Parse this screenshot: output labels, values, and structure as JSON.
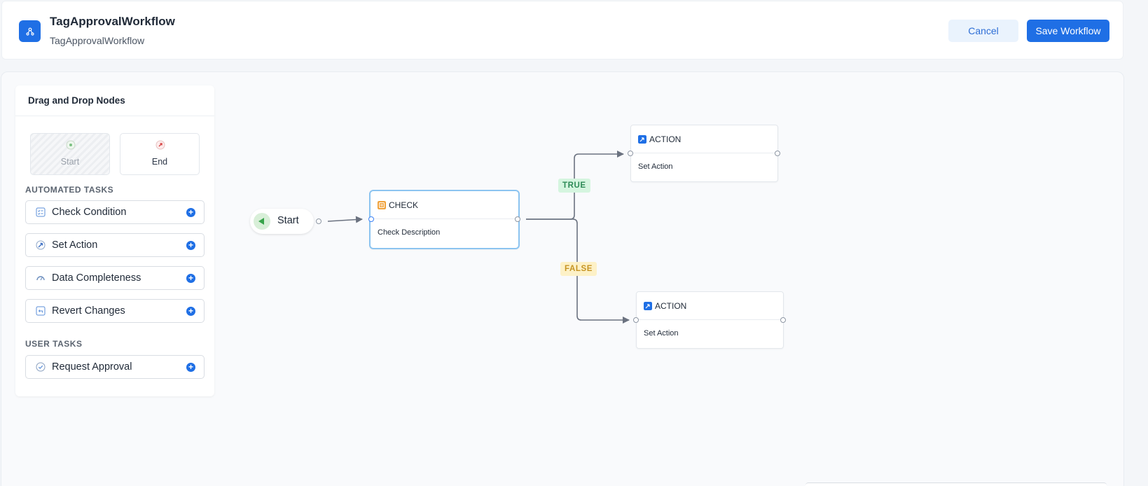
{
  "header": {
    "title": "TagApprovalWorkflow",
    "subtitle": "TagApprovalWorkflow",
    "cancel_label": "Cancel",
    "save_label": "Save Workflow"
  },
  "palette": {
    "heading": "Drag and Drop Nodes",
    "node_tiles": [
      {
        "label": "Start",
        "icon": "start-dot-icon"
      },
      {
        "label": "End",
        "icon": "end-marker-icon"
      }
    ],
    "sections": [
      {
        "label": "AUTOMATED TASKS",
        "tasks": [
          {
            "label": "Check Condition",
            "icon": "checklist-icon"
          },
          {
            "label": "Set Action",
            "icon": "rocket-icon"
          },
          {
            "label": "Data Completeness",
            "icon": "gauge-icon"
          },
          {
            "label": "Revert Changes",
            "icon": "revert-icon"
          }
        ]
      },
      {
        "label": "USER TASKS",
        "tasks": [
          {
            "label": "Request Approval",
            "icon": "check-circle-icon"
          }
        ]
      }
    ]
  },
  "flow": {
    "start": {
      "label": "Start"
    },
    "check": {
      "type": "CHECK",
      "description": "Check Description"
    },
    "action_true": {
      "type": "ACTION",
      "description": "Set Action"
    },
    "action_false": {
      "type": "ACTION",
      "description": "Set Action"
    },
    "edge_true_label": "TRUE",
    "edge_false_label": "FALSE"
  },
  "colors": {
    "accent": "#1f6fe5",
    "check_border": "#8cc4f0",
    "true_bg": "#d5f5df",
    "false_bg": "#fdf1c7",
    "edge": "#6b7280"
  }
}
